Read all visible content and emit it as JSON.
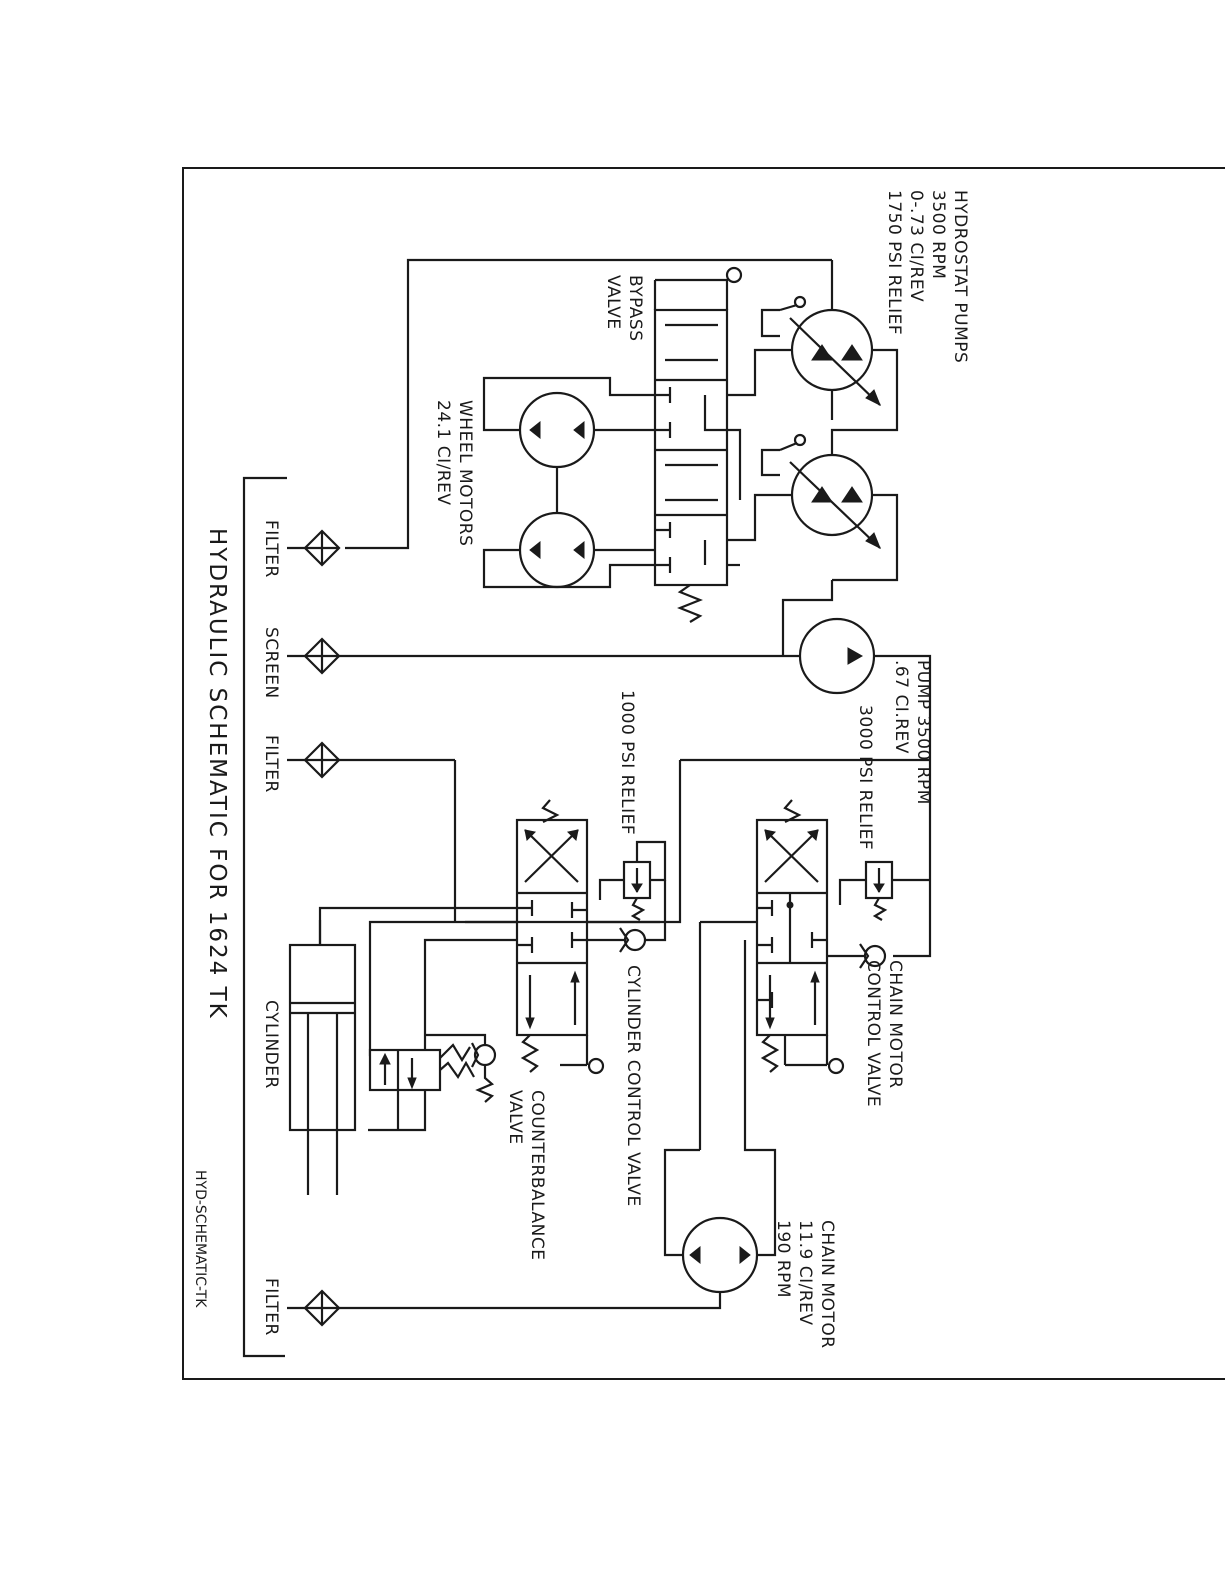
{
  "title": "HYDRAULIC SCHEMATIC FOR 1624 TK",
  "drawing_id": "HYD-SCHEMATIC-TK",
  "hydrostat": {
    "lines": [
      "HYDROSTAT PUMPS",
      "3500 RPM",
      "0-.73 CI/REV",
      "1750 PSI RELIEF"
    ]
  },
  "bypass": {
    "lines": [
      "BYPASS",
      "VALVE"
    ]
  },
  "wheel_motors": {
    "lines": [
      "WHEEL MOTORS",
      "24.1 CI/REV"
    ]
  },
  "pump": {
    "lines": [
      "PUMP 3500 RPM",
      ".67 CI.REV",
      "3000 PSI RELIEF"
    ]
  },
  "relief_1000": {
    "label": "1000 PSI RELIEF"
  },
  "chain_valve": {
    "lines": [
      "CHAIN MOTOR",
      "CONTROL VALVE"
    ]
  },
  "cylinder_valve": {
    "label": "CYLINDER CONTROL VALVE"
  },
  "counterbalance": {
    "lines": [
      "COUNTERBALANCE",
      "VALVE"
    ]
  },
  "cylinder": {
    "label": "CYLINDER"
  },
  "chain_motor": {
    "lines": [
      "CHAIN MOTOR",
      "11.9 CI/REV",
      "190 RPM"
    ]
  },
  "filters": {
    "f1": "FILTER",
    "screen": "SCREEN",
    "f2": "FILTER",
    "f3": "FILTER"
  }
}
